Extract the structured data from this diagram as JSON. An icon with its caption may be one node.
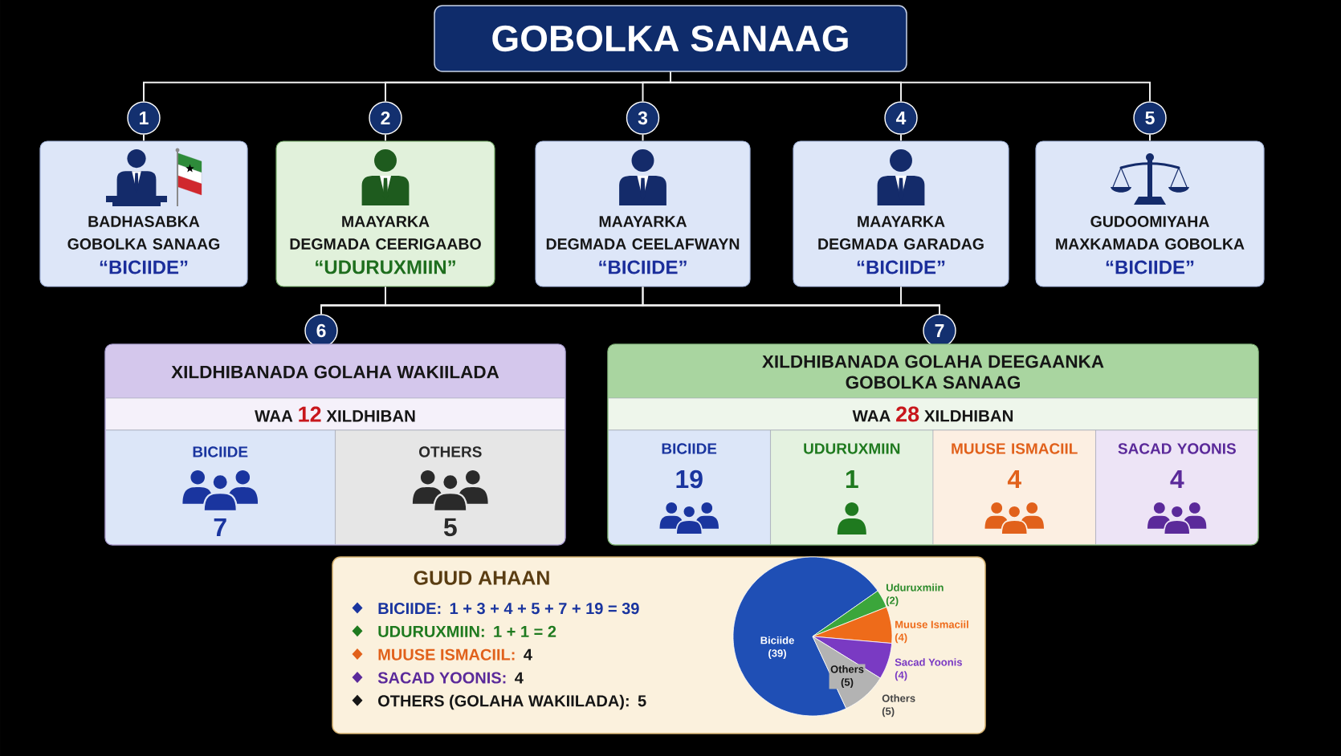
{
  "diagram": {
    "nodes": [
      {
        "text": [
          "GOBOLKA SANAAG"
        ]
      },
      {
        "text": [
          "1"
        ]
      },
      {
        "text": [
          "2"
        ]
      },
      {
        "text": [
          "3"
        ]
      },
      {
        "text": [
          "4"
        ]
      },
      {
        "text": [
          "5"
        ]
      },
      {
        "text": [
          "BADHASABKA",
          "GOBOLKA SANAAG",
          "“BICIIDE”"
        ]
      },
      {
        "text": [
          "MAAYARKA",
          "DEGMADA CEERIGAABO",
          "“UDURUXMIIN”"
        ]
      },
      {
        "text": [
          "MAAYARKA",
          "DEGMADA CEELAFWAYN",
          "“BICIIDE”"
        ]
      },
      {
        "text": [
          "MAAYARKA",
          "DEGMADA GARADAG",
          "“BICIIDE”"
        ]
      },
      {
        "text": [
          "GUDOOMIYAHA",
          "MAXKAMADA GOBOLKA",
          "“BICIIDE”"
        ]
      },
      {
        "text": [
          "6"
        ]
      },
      {
        "text": [
          "7"
        ]
      },
      {
        "text": [
          "XILDHIBANADA GOLAHA WAKIILADA",
          "WAA **12** XILDHIBAN"
        ]
      },
      {
        "text": [
          "BICIIDE",
          "7"
        ],
        "in": 13
      },
      {
        "text": [
          "OTHERS",
          "5"
        ],
        "in": 13
      },
      {
        "text": [
          "XILDHIBANADA GOLAHA DEEGAANKA GOBOLKA SANAAG",
          "WAA **28** XILDHIBAN"
        ]
      },
      {
        "text": [
          "BICIIDE",
          "19"
        ],
        "in": 16
      },
      {
        "text": [
          "UDURUXMIIN",
          "1"
        ],
        "in": 16
      },
      {
        "text": [
          "MUUSE ISMACIIL",
          "4"
        ],
        "in": 16
      },
      {
        "text": [
          "SACAD YOONIS",
          "4"
        ],
        "in": 16
      },
      {
        "text": [
          "GUUD AHAAN",
          "BICIIDE:",
          "1 + 3 + 4 + 5 + 7 + 19 = 39",
          "UDURUXMIIN:",
          "1 + 1 = 2",
          "MUUSE ISMACIIL:",
          "4",
          "SACAD YOONIS:",
          "4",
          "OTHERS (GOLAHA WAKIILADA):",
          "5"
        ]
      }
    ],
    "edges": [
      {
        "from": 0,
        "to": 1,
        "arrow": "none"
      },
      {
        "from": 0,
        "to": 2,
        "arrow": "none"
      },
      {
        "from": 0,
        "to": 3,
        "arrow": "none"
      },
      {
        "from": 0,
        "to": 4,
        "arrow": "none"
      },
      {
        "from": 0,
        "to": 5,
        "arrow": "none"
      },
      {
        "from": 1,
        "to": 6,
        "arrow": "none"
      },
      {
        "from": 2,
        "to": 7,
        "arrow": "none"
      },
      {
        "from": 3,
        "to": 8,
        "arrow": "none"
      },
      {
        "from": 4,
        "to": 9,
        "arrow": "none"
      },
      {
        "from": 5,
        "to": 10,
        "arrow": "none"
      },
      {
        "from": 7,
        "to": 11,
        "arrow": "none"
      },
      {
        "from": 7,
        "to": 12,
        "arrow": "none"
      },
      {
        "from": 8,
        "to": 11,
        "arrow": "none"
      },
      {
        "from": 8,
        "to": 12,
        "arrow": "none"
      },
      {
        "from": 9,
        "to": 11,
        "arrow": "none"
      },
      {
        "from": 9,
        "to": 12,
        "arrow": "none"
      }
    ],
    "labels": [
      "Others (5)"
    ],
    "chart_data": {
      "type": "pie",
      "categories": [
        "Biciide",
        "Uduruxmiin",
        "Muuse Ismaciil",
        "Sacad Yoonis",
        "Others"
      ],
      "values": [
        39,
        2,
        4,
        4,
        5
      ],
      "value_labels": [
        "(39)",
        "(2)",
        "(4)",
        "(4)",
        "(5)"
      ]
    }
  }
}
